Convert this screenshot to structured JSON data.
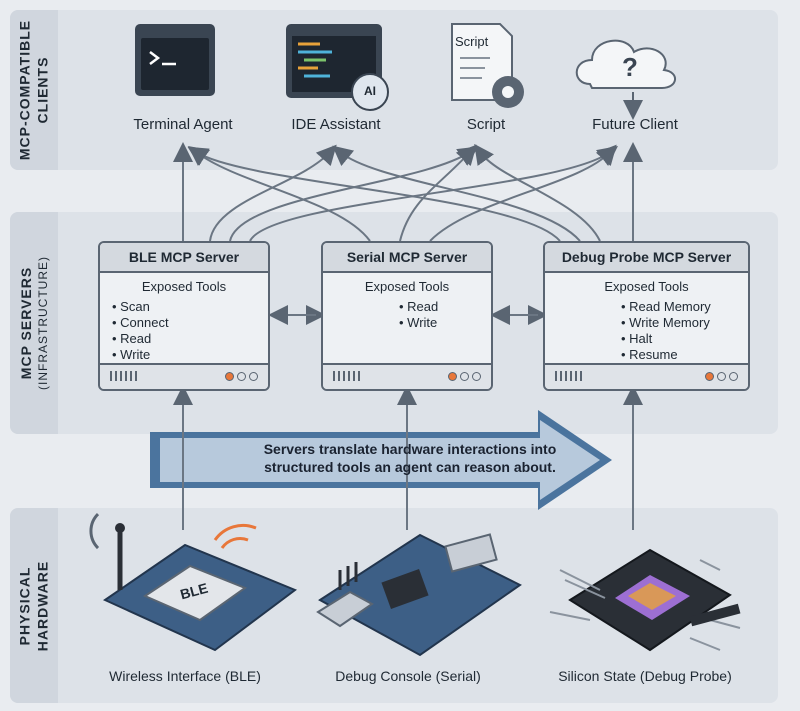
{
  "layers": {
    "clients": "MCP-COMPATIBLE\nCLIENTS",
    "servers_main": "MCP SERVERS",
    "servers_sub": "(INFRASTRUCTURE)",
    "hardware": "PHYSICAL\nHARDWARE"
  },
  "clients": [
    {
      "label": "Terminal Agent",
      "icon": "terminal-icon"
    },
    {
      "label": "IDE Assistant",
      "icon": "ide-ai-icon"
    },
    {
      "label": "Script",
      "icon": "script-gear-icon",
      "doc_text": "Script"
    },
    {
      "label": "Future Client",
      "icon": "cloud-question-icon"
    }
  ],
  "ide_badge": "AI",
  "cloud_mark": "?",
  "servers": [
    {
      "title": "BLE MCP Server",
      "exposed": "Exposed Tools",
      "tools": [
        "Scan",
        "Connect",
        "Read",
        "Write"
      ],
      "icon": "wireless-signal-icon"
    },
    {
      "title": "Serial MCP Server",
      "exposed": "Exposed Tools",
      "tools": [
        "Read",
        "Write"
      ],
      "icon": "monitor-serial-icon"
    },
    {
      "title": "Debug Probe MCP Server",
      "exposed": "Exposed Tools",
      "tools": [
        "Read Memory",
        "Write Memory",
        "Halt",
        "Resume"
      ],
      "icon": "chip-header-icon"
    }
  ],
  "caption": "Servers translate hardware interactions into structured tools an agent can reason about.",
  "hardware": [
    {
      "label": "Wireless Interface (BLE)",
      "icon": "ble-board-icon",
      "chip_text": "BLE"
    },
    {
      "label": "Debug Console (Serial)",
      "icon": "usb-board-icon"
    },
    {
      "label": "Silicon State (Debug Probe)",
      "icon": "silicon-chip-icon"
    }
  ],
  "colors": {
    "accent_orange": "#e8773a",
    "line": "#5a6572",
    "board_blue": "#3d5f86",
    "arrow": "#1f4d7a"
  }
}
